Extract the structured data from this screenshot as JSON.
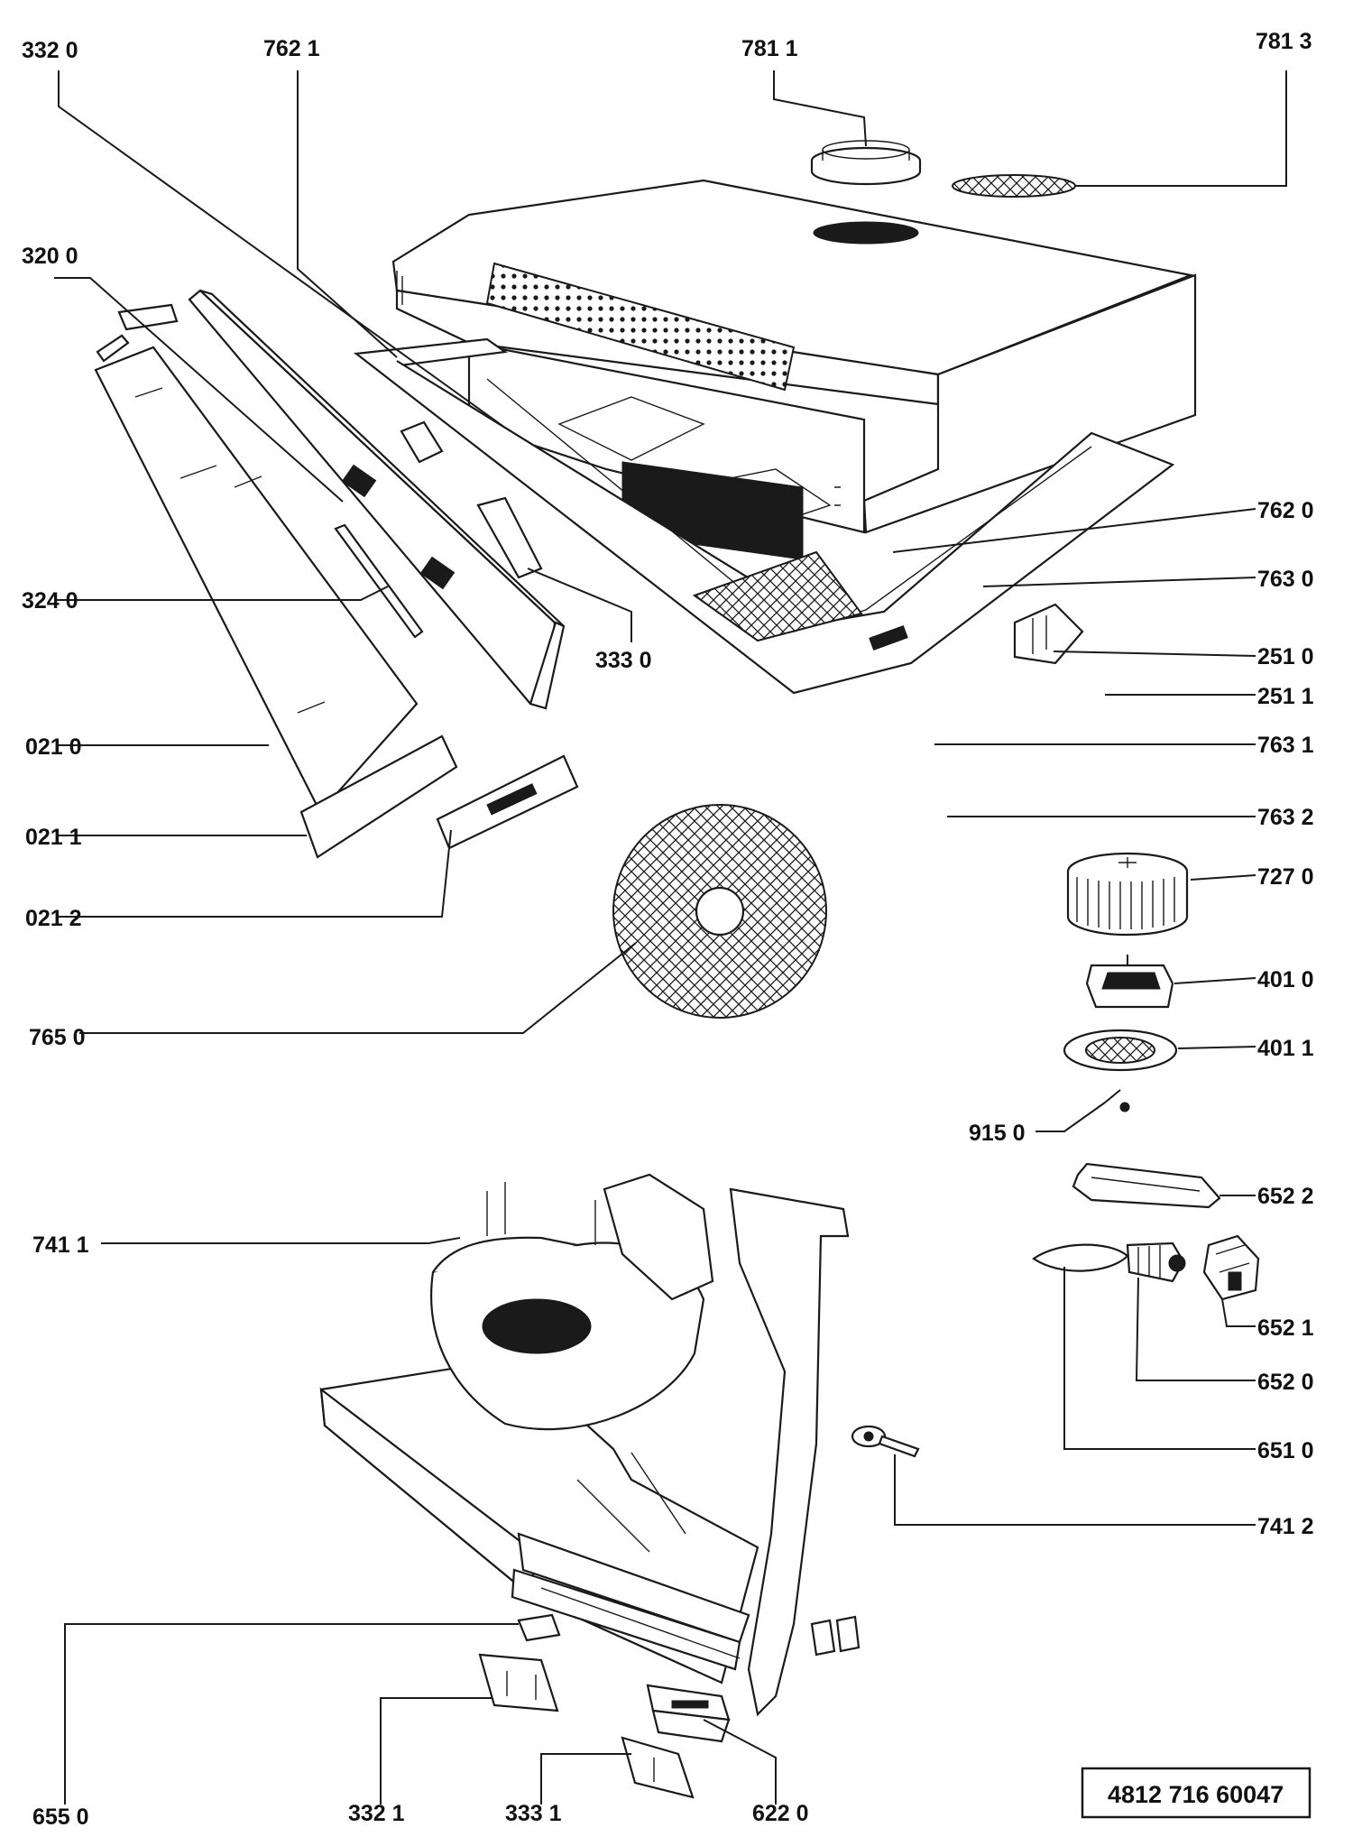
{
  "diagram": {
    "type": "exploded-parts-drawing",
    "subject": "cooker hood",
    "document_number": "4812 716 60047",
    "part_labels": [
      {
        "id": "332-0",
        "text": "332 0"
      },
      {
        "id": "762-1",
        "text": "762 1"
      },
      {
        "id": "781-1",
        "text": "781 1"
      },
      {
        "id": "781-3",
        "text": "781 3"
      },
      {
        "id": "320-0",
        "text": "320 0"
      },
      {
        "id": "324-0",
        "text": "324 0"
      },
      {
        "id": "333-0",
        "text": "333 0"
      },
      {
        "id": "762-0",
        "text": "762 0"
      },
      {
        "id": "763-0",
        "text": "763 0"
      },
      {
        "id": "251-0",
        "text": "251 0"
      },
      {
        "id": "251-1",
        "text": "251 1"
      },
      {
        "id": "763-1",
        "text": "763 1"
      },
      {
        "id": "763-2",
        "text": "763 2"
      },
      {
        "id": "021-0",
        "text": "021 0"
      },
      {
        "id": "021-1",
        "text": "021 1"
      },
      {
        "id": "021-2",
        "text": "021 2"
      },
      {
        "id": "727-0",
        "text": "727 0"
      },
      {
        "id": "765-0",
        "text": "765 0"
      },
      {
        "id": "401-0",
        "text": "401 0"
      },
      {
        "id": "401-1",
        "text": "401 1"
      },
      {
        "id": "915-0",
        "text": "915 0"
      },
      {
        "id": "652-2",
        "text": "652 2"
      },
      {
        "id": "741-1",
        "text": "741 1"
      },
      {
        "id": "652-1",
        "text": "652 1"
      },
      {
        "id": "652-0",
        "text": "652 0"
      },
      {
        "id": "651-0",
        "text": "651 0"
      },
      {
        "id": "741-2",
        "text": "741 2"
      },
      {
        "id": "655-0",
        "text": "655 0"
      },
      {
        "id": "332-1",
        "text": "332 1"
      },
      {
        "id": "333-1",
        "text": "333 1"
      },
      {
        "id": "622-0",
        "text": "622 0"
      }
    ]
  }
}
